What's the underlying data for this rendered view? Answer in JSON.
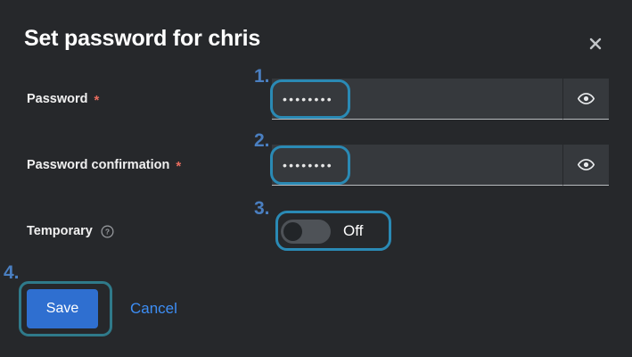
{
  "window": {
    "background_color": "#26282b",
    "title": "Set password for chris",
    "close_icon": "close-x-icon"
  },
  "form": {
    "fields": [
      {
        "label": "Password",
        "required_marker": "*",
        "value": "••••••••",
        "placeholder": "",
        "reveal_icon": "eye-icon",
        "annotation": "1."
      },
      {
        "label": "Password confirmation",
        "required_marker": "*",
        "value": "••••••••",
        "placeholder": "",
        "reveal_icon": "eye-icon",
        "annotation": "2."
      }
    ],
    "temporary": {
      "label": "Temporary",
      "help_icon": "question-circle-icon",
      "toggle_state": "Off",
      "annotation": "3."
    }
  },
  "footer": {
    "save_label": "Save",
    "cancel_label": "Cancel",
    "annotation": "4."
  },
  "colors": {
    "accent_blue": "#2f6fd0",
    "link_blue": "#3d8ef5",
    "required_red": "#e96d5f",
    "annotation_blue": "#4a7fc1",
    "annotation_ring": "#2a8ab5",
    "input_background": "#36393d"
  }
}
